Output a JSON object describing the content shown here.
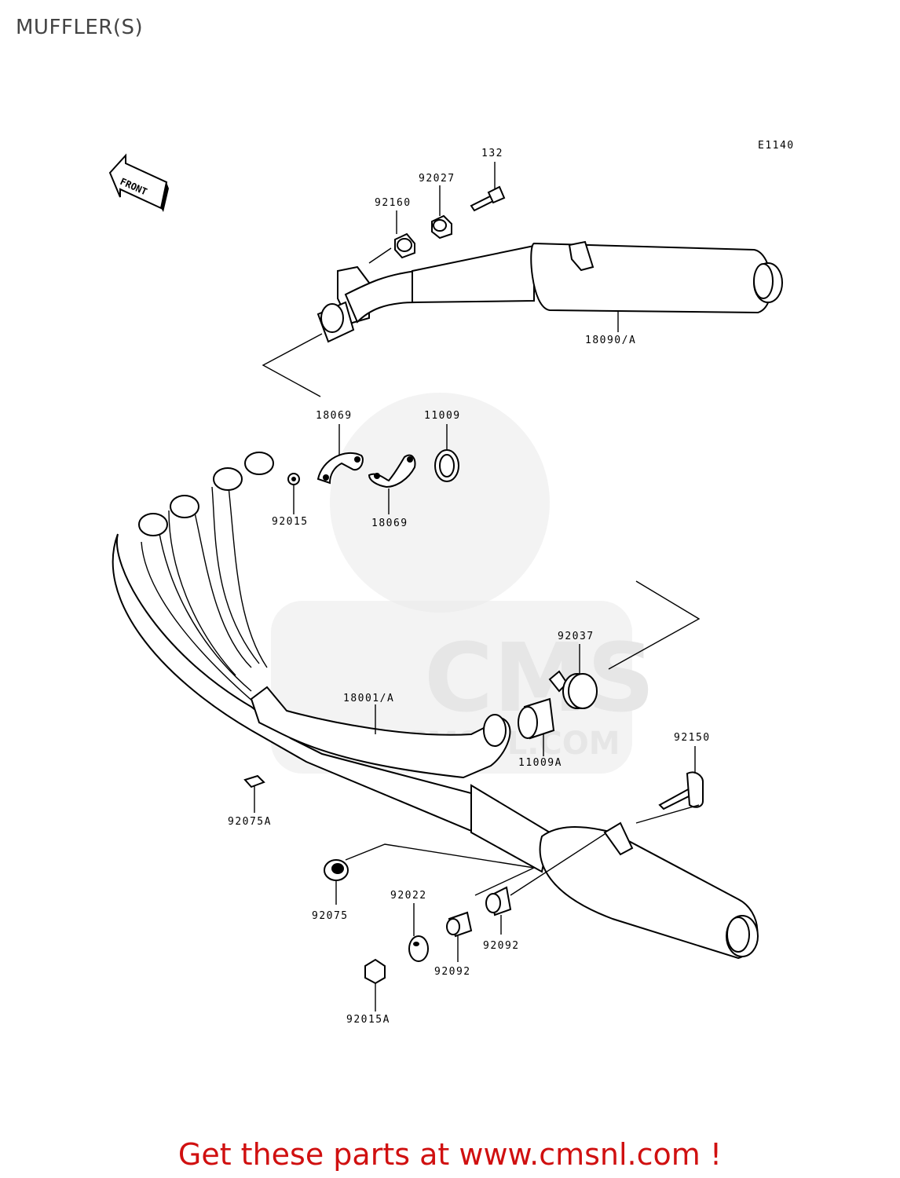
{
  "title": "MUFFLER(S)",
  "diagram_code": "E1140",
  "front_label": "FRONT",
  "footer_text": "Get these parts at www.cmsnl.com !",
  "watermark": {
    "brand": "CMS",
    "url": "WWW.CMSNL.COM"
  },
  "part_labels": {
    "p132": "132",
    "p92027": "92027",
    "p92160": "92160",
    "p18090A": "18090/A",
    "p18069_top": "18069",
    "p11009": "11009",
    "p92015": "92015",
    "p18069_bottom": "18069",
    "p92037": "92037",
    "p18001A": "18001/A",
    "p11009A": "11009A",
    "p92150": "92150",
    "p92075A": "92075A",
    "p92075": "92075",
    "p92022": "92022",
    "p92092_right": "92092",
    "p92092_left": "92092",
    "p92015A": "92015A"
  }
}
